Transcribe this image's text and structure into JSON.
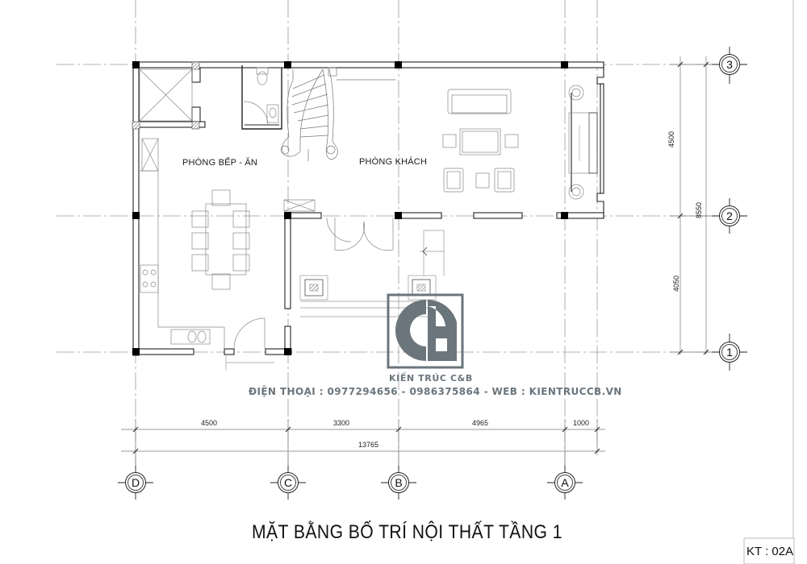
{
  "drawing": {
    "title": "MẶT BẰNG BỐ TRÍ NỘI THẤT TẦNG 1",
    "sheet_code": "KT : 02A"
  },
  "rooms": [
    {
      "id": "kitchen",
      "label": "PHÒNG BẾP - ĂN"
    },
    {
      "id": "living",
      "label": "PHÒNG KHÁCH"
    }
  ],
  "grid_axes": {
    "horizontal": [
      {
        "label": "D"
      },
      {
        "label": "C"
      },
      {
        "label": "B"
      },
      {
        "label": "A"
      }
    ],
    "vertical": [
      {
        "label": "3"
      },
      {
        "label": "2"
      },
      {
        "label": "1"
      }
    ]
  },
  "dimensions": {
    "bottom_segments": [
      "4500",
      "3300",
      "4965",
      "1000"
    ],
    "bottom_total": "13765",
    "right_segments": [
      "4500",
      "4050"
    ],
    "right_total": "8550"
  },
  "watermark": {
    "brand": "KIẾN TRÚC C&B",
    "contact": "ĐIỆN THOẠI : 0977294656 - 0986375864 - WEB : KIENTRUCCB.VN",
    "logo_color": "#6b757c"
  },
  "colors": {
    "line": "#222222",
    "grid_line": "#9a9a9a",
    "furniture": "#8c8c8c",
    "column": "#000000",
    "watermark": "#6b757c"
  }
}
